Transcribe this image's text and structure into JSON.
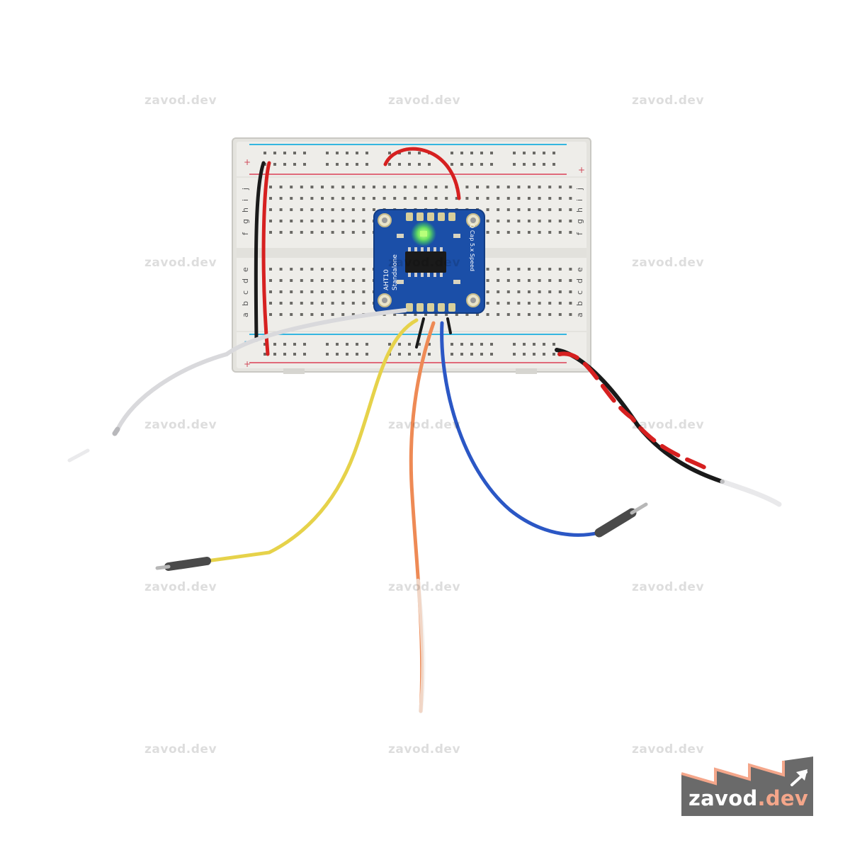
{
  "watermarks": [
    "zavod.dev",
    "zavod.dev",
    "zavod.dev",
    "zavod.dev",
    "zavod.dev",
    "zavod.dev",
    "zavod.dev",
    "zavod.dev",
    "zavod.dev",
    "zavod.dev",
    "zavod.dev",
    "zavod.dev",
    "zavod.dev",
    "zavod.dev",
    "zavod.dev"
  ],
  "logo": {
    "name": "zavod",
    "domain": ".dev"
  },
  "breadboard": {
    "row_letters_top": [
      "j",
      "i",
      "h",
      "g",
      "f"
    ],
    "row_letters_bottom": [
      "e",
      "d",
      "c",
      "b",
      "a"
    ],
    "rail_plus": "+",
    "rail_minus": "−"
  },
  "module": {
    "label_left": "AHT10",
    "label_left2": "Standalone",
    "label_right": "Q Cap 5.x Speed"
  },
  "colors": {
    "board": "#ecebe7",
    "pcb": "#1b4fa8",
    "led": "#7dff54",
    "wire_red": "#d62020",
    "wire_yellow": "#e6d24a",
    "wire_orange": "#ee8a55",
    "wire_blue": "#2b57c5",
    "wire_white": "#d9d9dc",
    "wire_black": "#1a1a1a",
    "logo_bg": "#6a6a6a",
    "logo_accent": "#f4a68a"
  }
}
